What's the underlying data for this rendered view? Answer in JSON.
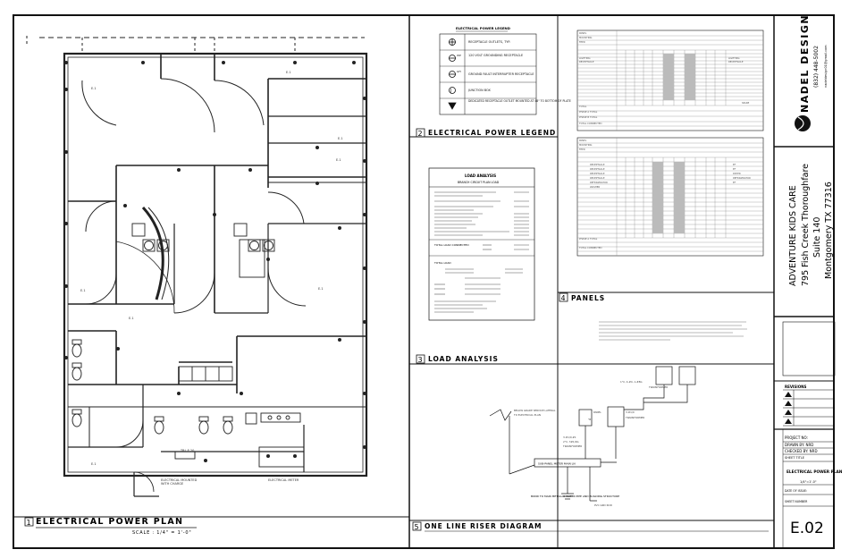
{
  "drawing": {
    "views": [
      {
        "num": "1",
        "title": "ELECTRICAL POWER PLAN",
        "scale": "SCALE : 1/4\" = 1'-0\""
      },
      {
        "num": "2",
        "title": "ELECTRICAL POWER LEGEND"
      },
      {
        "num": "3",
        "title": "LOAD ANALYSIS"
      },
      {
        "num": "4",
        "title": "PANELS"
      },
      {
        "num": "5",
        "title": "ONE LINE RISER DIAGRAM"
      }
    ]
  },
  "legend": {
    "heading": "ELECTRICAL POWER LEGEND",
    "items": [
      {
        "label": "RECEPTACLE OUTLETS, TYP."
      },
      {
        "label": "120 VOLT GROUNDING RECEPTACLE"
      },
      {
        "label": "GROUND FAULT INTERRUPTER RECEPTACLE"
      },
      {
        "label": "JUNCTION BOX"
      },
      {
        "label": "DEDICATED RECEPTACLE OUTLET MOUNTED AT 48\" TO BOTTOM OF PLATE"
      }
    ]
  },
  "load_analysis": {
    "heading": "LOAD ANALYSIS",
    "subheading": "BRANCH CIRCUIT PLAN LOAD",
    "total_connected_label": "TOTAL LOAD CONNECTED",
    "total_label": "TOTAL LOAD"
  },
  "company": {
    "name": "NADEL DESIGN",
    "phone": "(832) 448-5002",
    "email": "nadeldesign01@gmail.com"
  },
  "project": {
    "name": "ADVENTURE KIDS CARE",
    "address1": "795 Fish Creek Thoroughfare",
    "address2": "Suite 140",
    "address3": "Montgomery TX 77316"
  },
  "title_block": {
    "revisions": "REVISIONS",
    "project_no": "PROJECT NO:",
    "drawn_by": "DRAWN BY: NRD",
    "checked_by": "CHECKED BY: NRD",
    "sheet_title_label": "SHEET TITLE",
    "sheet_title": "ELECTRICAL POWER PLAN",
    "scale": "1/4\"=1'-0\"",
    "date_label": "DATE OF ISSUE:",
    "sheet_number_label": "SHEET NUMBER",
    "sheet_number": "E.02"
  },
  "riser": {
    "main_label": "SUB-PANEL METER MAIN LN",
    "note": "BOND TO MAIN METALLIC WATER PIPE AND BUILDING STRUCTURE"
  }
}
